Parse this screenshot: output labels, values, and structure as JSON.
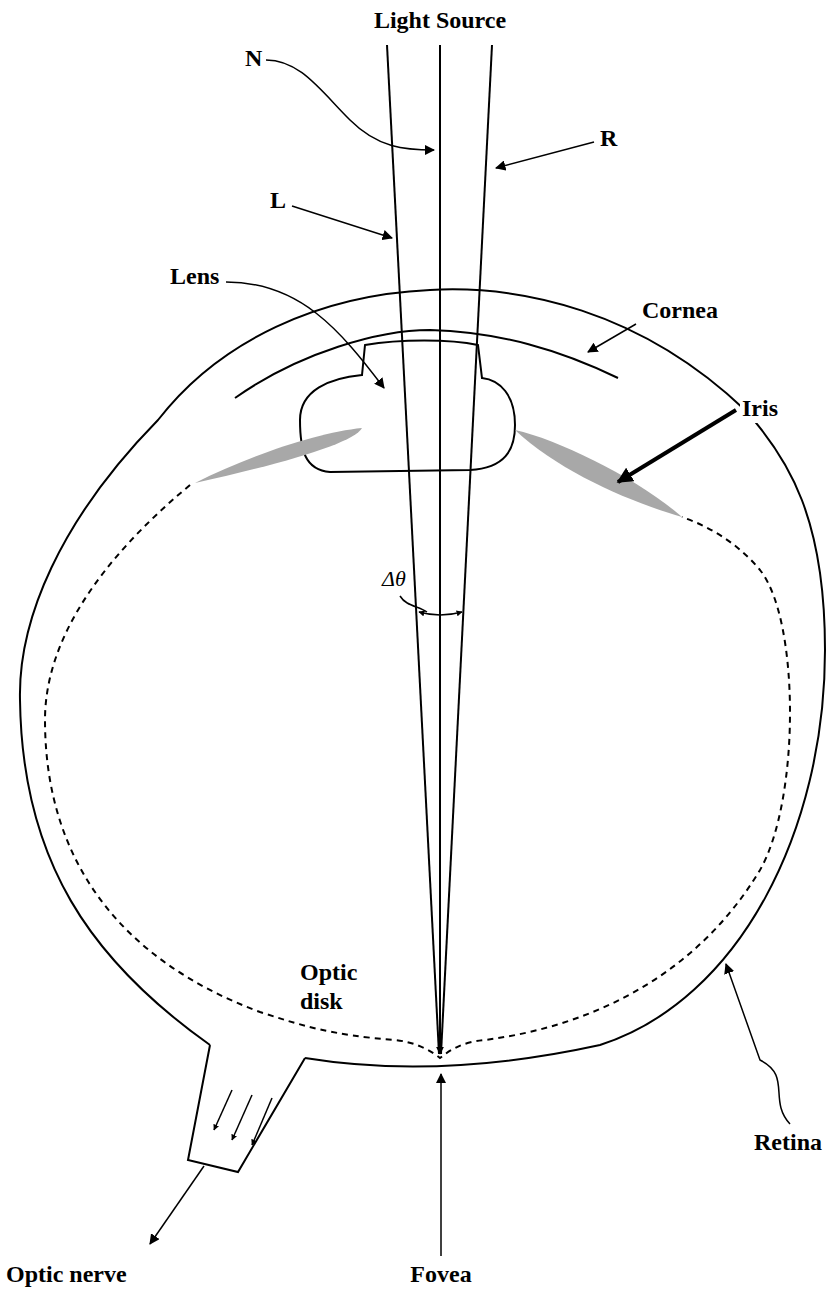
{
  "diagram": {
    "labels": [
      "Light Source",
      "N",
      "R",
      "L",
      "Lens",
      "Cornea",
      "Iris",
      "Δθ",
      "Optic disk",
      "Retina",
      "Fovea",
      "Optic nerve"
    ]
  }
}
